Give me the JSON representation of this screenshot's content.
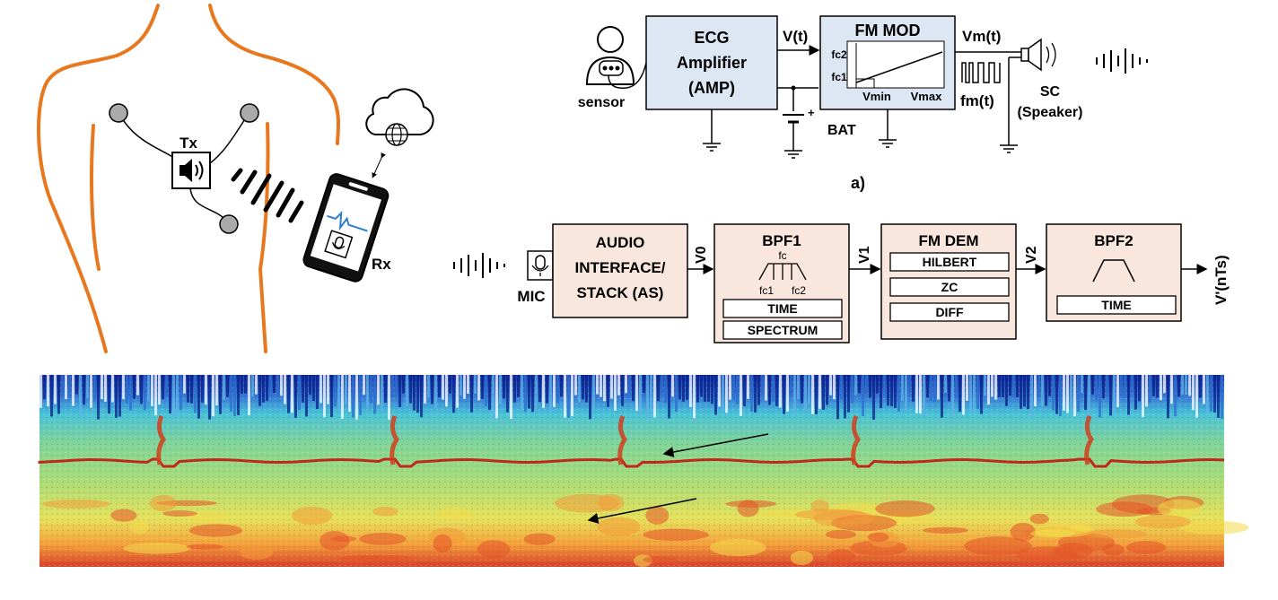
{
  "illustration": {
    "tx_label": "Tx",
    "rx_label": "Rx"
  },
  "diagram_a": {
    "sensor_label": "sensor",
    "amp_lines": [
      "ECG",
      "Amplifier",
      "(AMP)"
    ],
    "vt_label": "V(t)",
    "fm_mod_title": "FM MOD",
    "fm_axis": {
      "fc2": "fc2",
      "fc1": "fc1",
      "vmin": "Vmin",
      "vmax": "Vmax"
    },
    "vm_label": "Vm(t)",
    "fm_label": "fm(t)",
    "bat_label": "BAT",
    "bat_plus": "+",
    "sc_lines": [
      "SC",
      "(Speaker)"
    ],
    "caption": "a)"
  },
  "diagram_b": {
    "mic_label": "MIC",
    "as_lines": [
      "AUDIO",
      "INTERFACE/",
      "STACK (AS)"
    ],
    "v0": "V0",
    "bpf1_title": "BPF1",
    "bpf1_fc": "fc",
    "bpf1_fc1": "fc1",
    "bpf1_fc2": "fc2",
    "bpf1_time": "TIME",
    "bpf1_spectrum": "SPECTRUM",
    "v1": "V1",
    "fmdem_title": "FM DEM",
    "fmdem_items": [
      "HILBERT",
      "ZC",
      "DIFF"
    ],
    "v2": "V2",
    "bpf2_title": "BPF2",
    "bpf2_time": "TIME",
    "output": "V'(nTs)"
  },
  "colors": {
    "body_outline": "#e8781f",
    "amp_block": "#dde6f3",
    "receiver_block": "#f9e7de",
    "spectrogram_trace": "#c0281c"
  }
}
